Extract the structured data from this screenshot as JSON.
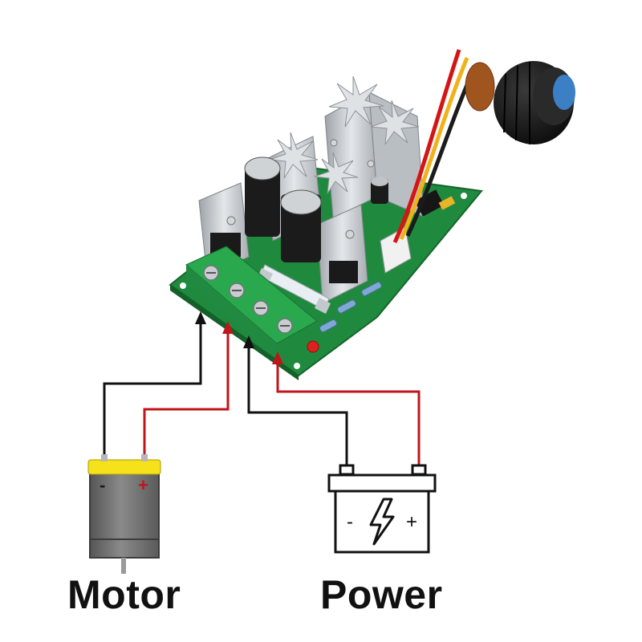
{
  "labels": {
    "motor": "Motor",
    "power": "Power",
    "motor_plus": "+",
    "motor_minus": "-",
    "battery_plus": "+",
    "battery_minus": "-"
  },
  "colors": {
    "pcb": "#1f8a3e",
    "terminal": "#2aa84e",
    "heatsink": "#c8ccd0",
    "wire_negative": "#111111",
    "wire_positive": "#c0151b",
    "motor_cap": "#f5e21a",
    "motor_body": "#6f6f6f",
    "led": "#e0201c"
  },
  "icons": [
    "pwm-controller-board",
    "potentiometer-knob",
    "dc-motor",
    "battery-lightning-icon"
  ]
}
